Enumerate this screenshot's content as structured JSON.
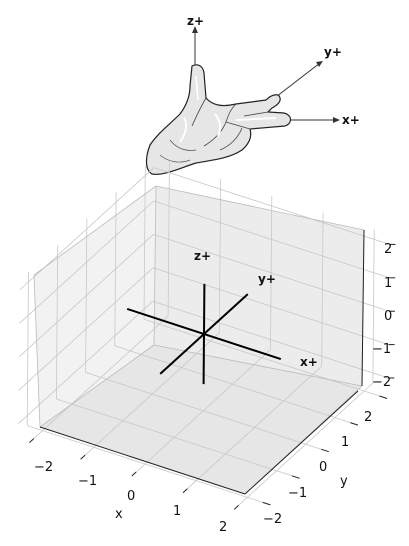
{
  "hand": {
    "labels": {
      "z": "z+",
      "y": "y+",
      "x": "x+"
    }
  },
  "plot3d": {
    "axis_labels": {
      "x": "x",
      "y": "y",
      "z": ""
    },
    "x_ticks": [
      "−2",
      "−1",
      "0",
      "1",
      "2"
    ],
    "y_ticks": [
      "−2",
      "−1",
      "0",
      "1",
      "2"
    ],
    "z_ticks": [
      "−2",
      "−1",
      "0",
      "1",
      "2"
    ],
    "axes_labels": {
      "z": "z+",
      "y": "y+",
      "x": "x+"
    },
    "grid": true
  },
  "chart_data": {
    "type": "line",
    "title": "",
    "xlabel": "x",
    "ylabel": "y",
    "zlabel": "",
    "xlim": [
      -2,
      2
    ],
    "ylim": [
      -2,
      2
    ],
    "zlim": [
      -2,
      2
    ],
    "grid": true,
    "series": [
      {
        "name": "x+",
        "points": [
          [
            -1.5,
            0,
            0
          ],
          [
            1.5,
            0,
            0
          ]
        ]
      },
      {
        "name": "y+",
        "points": [
          [
            0,
            -1.5,
            0
          ],
          [
            0,
            1.5,
            0
          ]
        ]
      },
      {
        "name": "z+",
        "points": [
          [
            0,
            0,
            -1.5
          ],
          [
            0,
            0,
            1.5
          ]
        ]
      }
    ]
  }
}
